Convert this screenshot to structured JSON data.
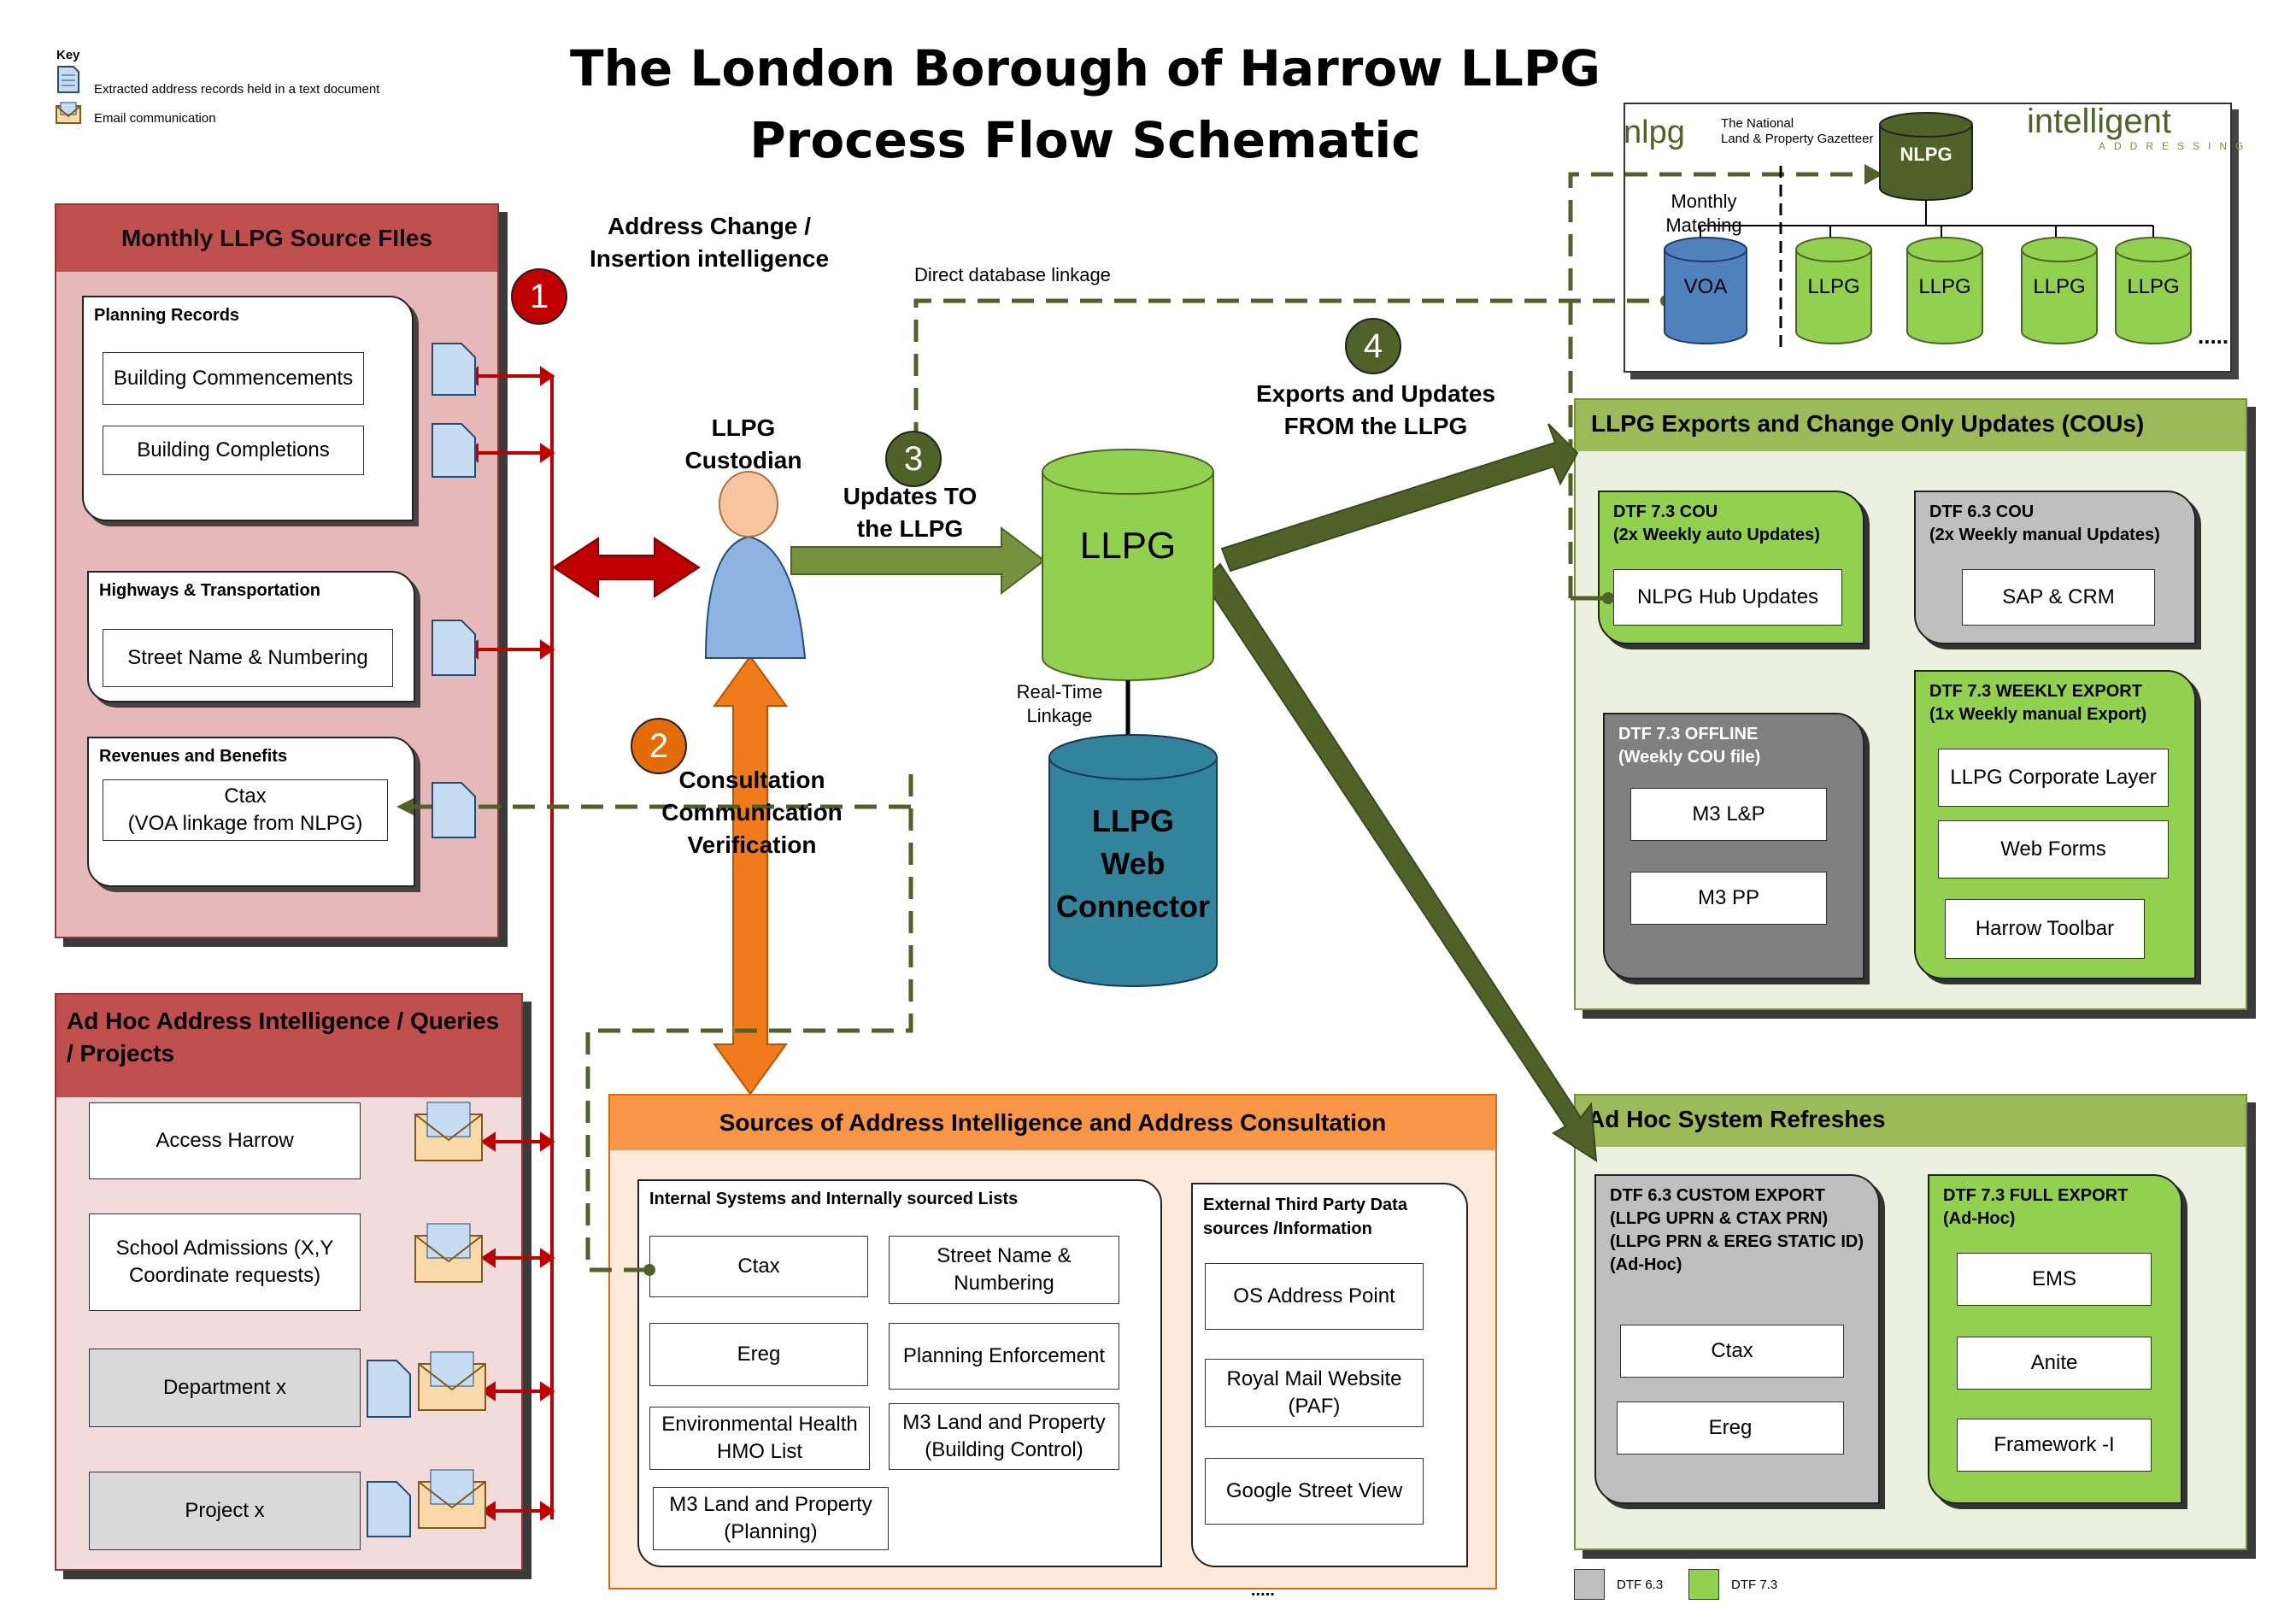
{
  "title": {
    "line1": "The London Borough of Harrow LLPG",
    "line2": "Process Flow Schematic"
  },
  "key": {
    "heading": "Key",
    "doc": "Extracted address records held in a text document",
    "email": "Email communication"
  },
  "colors": {
    "red": "#c0504d",
    "green": "#92d050",
    "dark_green": "#4f6228",
    "orange": "#f79646",
    "grey": "#808080",
    "teal": "#31849b"
  },
  "monthly": {
    "title": "Monthly LLPG Source FIles",
    "planning": {
      "title": "Planning Records",
      "items": [
        "Building Commencements",
        "Building Completions"
      ]
    },
    "highways": {
      "title": "Highways & Transportation",
      "items": [
        "Street Name & Numbering"
      ]
    },
    "revenues": {
      "title": "Revenues and Benefits",
      "items": [
        "Ctax\n(VOA linkage from NLPG)"
      ]
    }
  },
  "adhoc": {
    "title": "Ad Hoc Address Intelligence / Queries / Projects",
    "items": [
      "Access Harrow",
      "School Admissions (X,Y Coordinate requests)",
      "Department x",
      "Project x"
    ]
  },
  "labels": {
    "address_change": "Address Change /\nInsertion intelligence",
    "custodian": "LLPG\nCustodian",
    "updates_to": "Updates TO\nthe LLPG",
    "direct_db": "Direct database linkage",
    "consultation": "Consultation\nCommunication\nVerification",
    "exports_from": "Exports and Updates\nFROM the LLPG",
    "realtime": "Real-Time\nLinkage",
    "monthly_matching": "Monthly\nMatching"
  },
  "steps": [
    "1",
    "2",
    "3",
    "4"
  ],
  "llpg": {
    "db": "LLPG",
    "connector": "LLPG\nWeb\nConnector"
  },
  "nlpg": {
    "logo": "nlpg",
    "gazetteer": "The National\nLand & Property Gazetteer",
    "ia_logo": "intelligent",
    "ia_sub": "ADDRESSING",
    "hub": "NLPG",
    "voa": "VOA",
    "llpgs": [
      "LLPG",
      "LLPG",
      "LLPG",
      "LLPG"
    ],
    "more": "....."
  },
  "exports": {
    "title": "LLPG Exports and Change Only Updates (COUs)",
    "dtf73cou": {
      "title": "DTF 7.3 COU\n(2x Weekly auto Updates)",
      "items": [
        "NLPG Hub Updates"
      ]
    },
    "dtf63cou": {
      "title": "DTF 6.3 COU\n(2x Weekly manual Updates)",
      "items": [
        "SAP & CRM"
      ]
    },
    "dtf73offline": {
      "title": "DTF 7.3 OFFLINE\n(Weekly COU file)",
      "items": [
        "M3 L&P",
        "M3 PP"
      ]
    },
    "dtf73weekly": {
      "title": "DTF 7.3 WEEKLY EXPORT\n(1x Weekly manual Export)",
      "items": [
        "LLPG Corporate Layer",
        "Web Forms",
        "Harrow Toolbar"
      ]
    }
  },
  "refresh": {
    "title": "Ad Hoc System Refreshes",
    "custom": {
      "title": "DTF 6.3 CUSTOM EXPORT\n(LLPG UPRN & CTAX PRN)\n(LLPG PRN & EREG STATIC ID)\n(Ad-Hoc)",
      "items": [
        "Ctax",
        "Ereg"
      ]
    },
    "full": {
      "title": "DTF 7.3 FULL EXPORT\n(Ad-Hoc)",
      "items": [
        "EMS",
        "Anite",
        "Framework -I"
      ]
    }
  },
  "sources": {
    "title": "Sources of Address Intelligence and Address Consultation",
    "internal": {
      "title": "Internal Systems and Internally sourced Lists",
      "items": [
        "Ctax",
        "Street Name &\nNumbering",
        "Ereg",
        "Planning Enforcement",
        "Environmental Health\nHMO List",
        "M3 Land and Property\n(Building Control)",
        "M3 Land and Property\n(Planning)"
      ]
    },
    "external": {
      "title": "External Third Party Data\nsources /Information",
      "items": [
        "OS Address Point",
        "Royal Mail Website\n(PAF)",
        "Google Street View"
      ]
    }
  },
  "legend": {
    "dtf63": "DTF 6.3",
    "dtf73": "DTF 7.3"
  }
}
